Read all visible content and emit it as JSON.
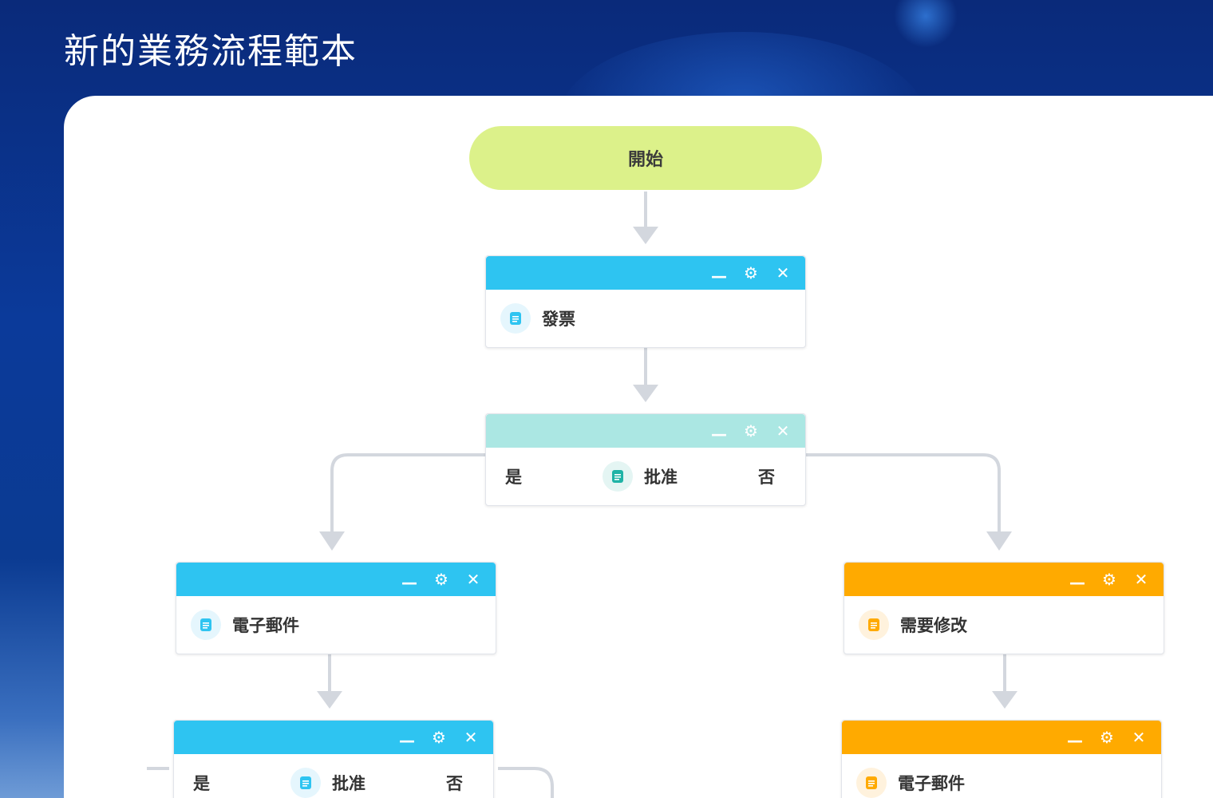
{
  "page": {
    "title": "新的業務流程範本"
  },
  "start": {
    "label": "開始"
  },
  "controls": {
    "minimize": "—",
    "settings": "⚙",
    "close": "✕"
  },
  "nodes": {
    "invoice": {
      "label": "發票"
    },
    "approval": {
      "label": "批准",
      "yes": "是",
      "no": "否"
    },
    "email_left": {
      "label": "電子郵件"
    },
    "revision": {
      "label": "需要修改"
    },
    "approval2": {
      "label": "批准",
      "yes": "是",
      "no": "否"
    },
    "email_right": {
      "label": "電子郵件"
    }
  },
  "colors": {
    "start": "#dcf18a",
    "blue": "#2ec4f1",
    "teal": "#abe7e3",
    "orange": "#ffaa00",
    "connector": "#d3d7de"
  }
}
